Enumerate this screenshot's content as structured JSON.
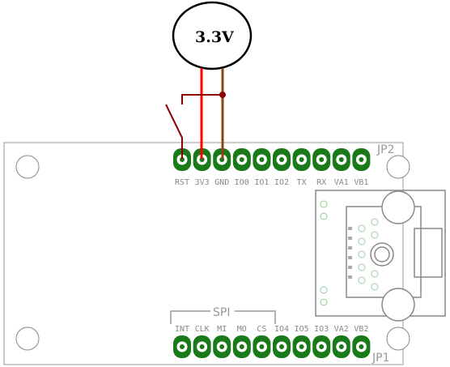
{
  "supply": {
    "label": "3.3V"
  },
  "jp2": {
    "label": "JP2",
    "pins": [
      "RST",
      "3V3",
      "GND",
      "IO0",
      "IO1",
      "IO2",
      "TX",
      "RX",
      "VA1",
      "VB1"
    ]
  },
  "jp1": {
    "label": "JP1",
    "group_label": "SPI",
    "pins": [
      "INT",
      "CLK",
      "MI",
      "MO",
      "CS",
      "IO4",
      "IO5",
      "IO3",
      "VA2",
      "VB2"
    ]
  },
  "colors": {
    "pad_green": "#1a7a1a",
    "wire_red": "#ff0000",
    "wire_brown": "#8b4513",
    "wire_darkred": "#8b0000",
    "board_outline": "#888888"
  }
}
